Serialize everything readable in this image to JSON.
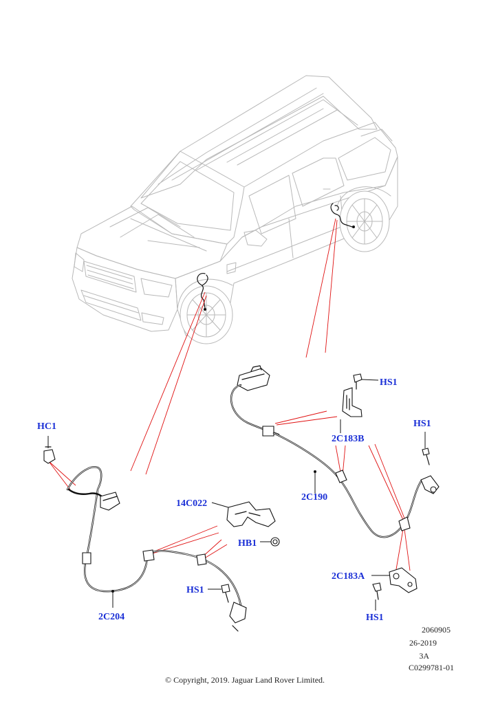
{
  "callouts": {
    "hc1": "HC1",
    "hs1_top": "HS1",
    "hs1_right": "HS1",
    "c183b": "2C183B",
    "c190": "2C190",
    "c022": "14C022",
    "hb1": "HB1",
    "hs1_mid": "HS1",
    "c204": "2C204",
    "c183a": "2C183A",
    "hs1_bottom": "HS1"
  },
  "drawing_info": {
    "number": "2060905",
    "date": "26-2019",
    "revision": "3A",
    "reference": "C0299781-01"
  },
  "copyright": "© Copyright, 2019. Jaguar Land Rover Limited.",
  "colors": {
    "callout_text": "#1a2fd6",
    "leader_lines": "#e01010",
    "vehicle_outline": "#b8b8b8",
    "part_lines": "#111111"
  }
}
